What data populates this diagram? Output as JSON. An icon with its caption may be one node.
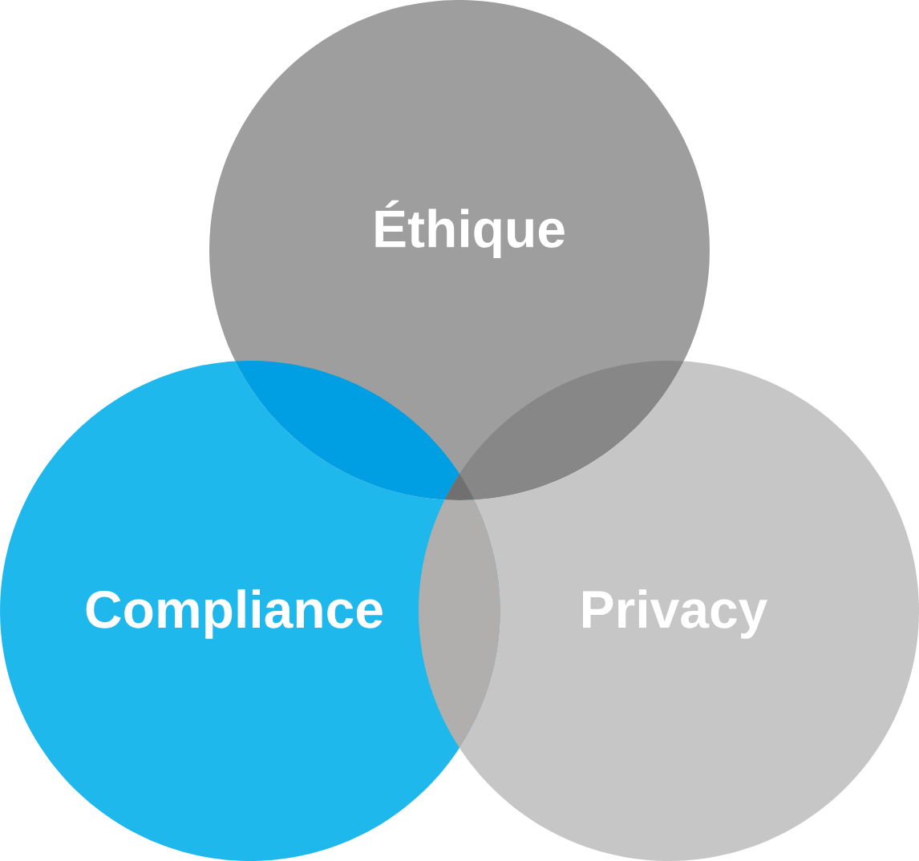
{
  "diagram": {
    "nodes": [
      {
        "text": [
          "Éthique"
        ]
      },
      {
        "text": [
          "Compliance"
        ]
      },
      {
        "text": [
          "Privacy"
        ]
      }
    ]
  }
}
